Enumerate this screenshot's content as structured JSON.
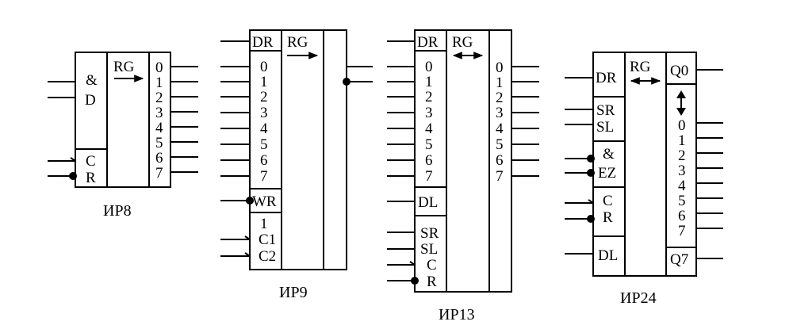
{
  "colors": {
    "ink": "#000000",
    "paper": "#ffffff"
  },
  "chips": [
    {
      "id": "ir8",
      "caption": "ИР8",
      "header": "RG",
      "left_labels": [
        "&",
        "D",
        "C",
        "R"
      ],
      "outputs": [
        "0",
        "1",
        "2",
        "3",
        "4",
        "5",
        "6",
        "7"
      ]
    },
    {
      "id": "ir9",
      "caption": "ИР9",
      "header": "RG",
      "left_labels": [
        "DR",
        "0",
        "1",
        "2",
        "3",
        "4",
        "5",
        "6",
        "7",
        "WR",
        "1",
        "C1",
        "C2"
      ]
    },
    {
      "id": "ir13",
      "caption": "ИР13",
      "header": "RG",
      "left_labels": [
        "DR",
        "0",
        "1",
        "2",
        "3",
        "4",
        "5",
        "6",
        "7",
        "DL",
        "SR",
        "SL",
        "C",
        "R"
      ],
      "outputs": [
        "0",
        "1",
        "2",
        "3",
        "4",
        "5",
        "6",
        "7"
      ]
    },
    {
      "id": "ir24",
      "caption": "ИР24",
      "header": "RG",
      "left_labels": [
        "DR",
        "SR",
        "SL",
        "&",
        "EZ",
        "C",
        "R",
        "DL"
      ],
      "outputs": [
        "Q0",
        "0",
        "1",
        "2",
        "3",
        "4",
        "5",
        "6",
        "7",
        "Q7"
      ]
    }
  ]
}
